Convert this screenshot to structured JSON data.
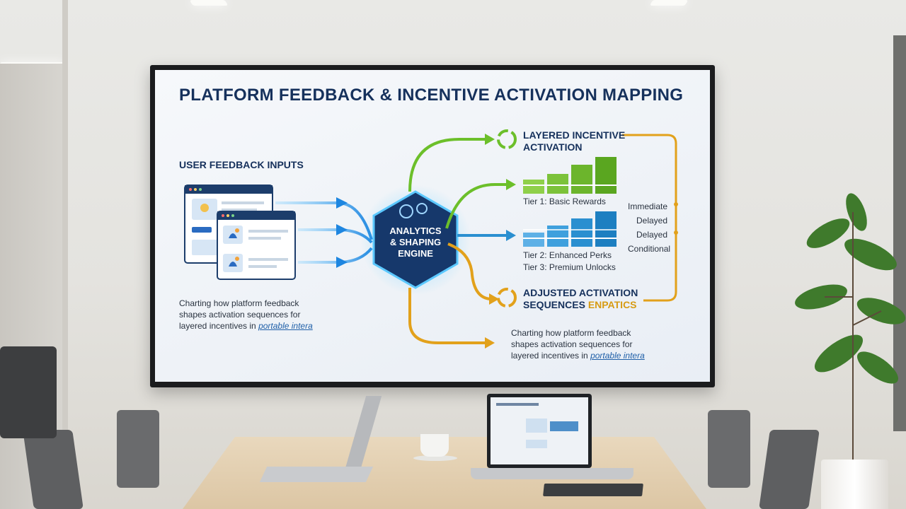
{
  "slide": {
    "title": "PLATFORM FEEDBACK & INCENTIVE ACTIVATION MAPPING",
    "inputs_heading": "USER FEEDBACK INPUTS",
    "inputs_note_lines": [
      "Charting how platform feedback",
      "shapes activation sequences for",
      "layered incentives in "
    ],
    "inputs_note_link": "portable intera",
    "engine_lines": [
      "ANALYTICS",
      "& SHAPING",
      "ENGINE"
    ],
    "layered_heading_lines": [
      "LAYERED INCENTIVE",
      "ACTIVATION"
    ],
    "tier1_label": "Tier 1: Basic Rewards",
    "tier2_label": "Tier 2: Enhanced Perks",
    "tier3_label": "Tier 3: Premium Unlocks",
    "timing_labels": [
      "Immediate",
      "Delayed",
      "Delayed",
      "Conditional"
    ],
    "adjusted_heading_line1": "ADJUSTED ACTIVATION",
    "adjusted_heading_line2_main": "SEQUENCES ",
    "adjusted_heading_line2_suffix": "ENPATICS",
    "output_note_lines": [
      "Charting how platform feedback",
      "shapes activation sequences for",
      "layered incentives in "
    ],
    "output_note_link": "portable intera"
  },
  "colors": {
    "title": "#16315c",
    "green": "#6cbf2a",
    "blue": "#2a8fd0",
    "orange": "#e2a11b",
    "engine": "#16386b"
  },
  "icons": [
    "refresh-cycle-icon",
    "gear-icon",
    "bell-icon",
    "user-icon",
    "arrow-right-icon"
  ]
}
